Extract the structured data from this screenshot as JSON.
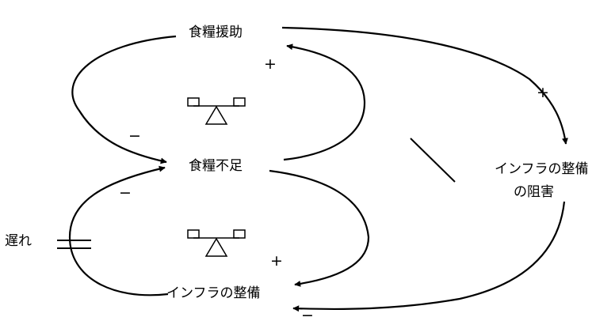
{
  "diagram": {
    "nodes": {
      "food_aid": "食糧援助",
      "food_shortage": "食糧不足",
      "infra_dev": "インフラの整備",
      "infra_obstruction_line1": "インフラの整備",
      "infra_obstruction_line2": "の阻害"
    },
    "delay_label": "遅れ",
    "polarity": {
      "shortage_to_aid": "+",
      "aid_to_shortage": "−",
      "aid_to_obstruction": "+",
      "shortage_to_infra": "+",
      "infra_to_shortage": "−",
      "obstruction_to_infra": "−"
    }
  }
}
